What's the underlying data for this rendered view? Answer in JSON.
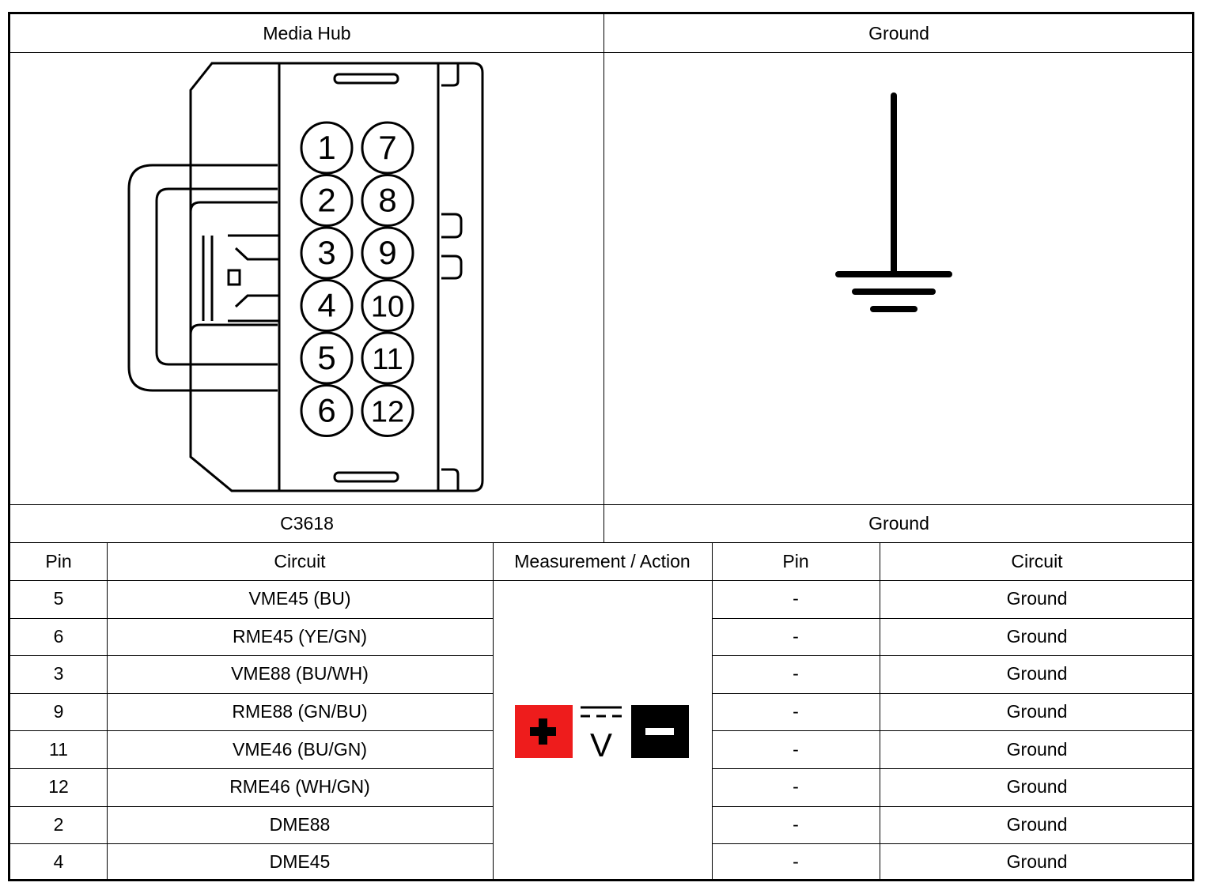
{
  "header": {
    "left_title": "Media Hub",
    "right_title": "Ground"
  },
  "subheader": {
    "left_label": "C3618",
    "right_label": "Ground"
  },
  "connector": {
    "pins_left": [
      "1",
      "2",
      "3",
      "4",
      "5",
      "6"
    ],
    "pins_right": [
      "7",
      "8",
      "9",
      "10",
      "11",
      "12"
    ]
  },
  "table": {
    "columns": [
      "Pin",
      "Circuit",
      "Measurement / Action",
      "Pin",
      "Circuit"
    ],
    "rows": [
      {
        "pin": "5",
        "circuit": "VME45 (BU)",
        "pin2": "-",
        "circuit2": "Ground"
      },
      {
        "pin": "6",
        "circuit": "RME45 (YE/GN)",
        "pin2": "-",
        "circuit2": "Ground"
      },
      {
        "pin": "3",
        "circuit": "VME88 (BU/WH)",
        "pin2": "-",
        "circuit2": "Ground"
      },
      {
        "pin": "9",
        "circuit": "RME88 (GN/BU)",
        "pin2": "-",
        "circuit2": "Ground"
      },
      {
        "pin": "11",
        "circuit": "VME46 (BU/GN)",
        "pin2": "-",
        "circuit2": "Ground"
      },
      {
        "pin": "12",
        "circuit": "RME46 (WH/GN)",
        "pin2": "-",
        "circuit2": "Ground"
      },
      {
        "pin": "2",
        "circuit": "DME88",
        "pin2": "-",
        "circuit2": "Ground"
      },
      {
        "pin": "4",
        "circuit": "DME45",
        "pin2": "-",
        "circuit2": "Ground"
      }
    ]
  },
  "measurement": {
    "symbol": "V",
    "positive_color": "#ee1c1c",
    "negative_color": "#000000"
  }
}
